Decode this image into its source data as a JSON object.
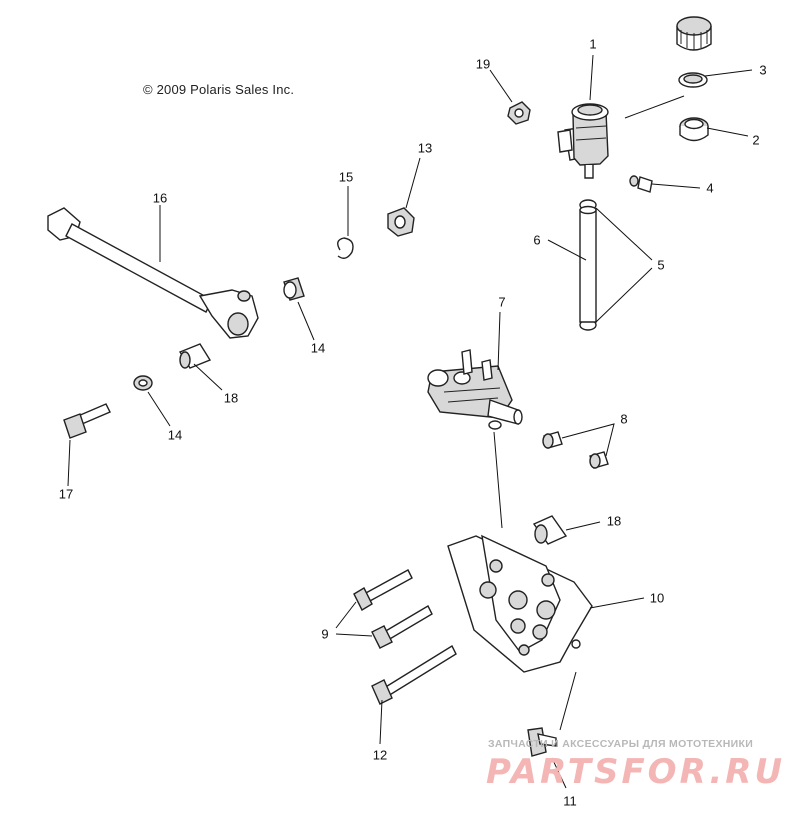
{
  "copyright": "© 2009 Polaris Sales Inc.",
  "callouts": [
    "1",
    "2",
    "3",
    "4",
    "5",
    "6",
    "7",
    "8",
    "9",
    "10",
    "11",
    "12",
    "13",
    "14",
    "14",
    "15",
    "16",
    "17",
    "18",
    "18",
    "19"
  ],
  "watermark": {
    "tagline": "ЗАПЧАСТИ И АКСЕССУАРЫ ДЛЯ МОТОТЕХНИКИ",
    "logo": "PARTSFOR.RU"
  }
}
